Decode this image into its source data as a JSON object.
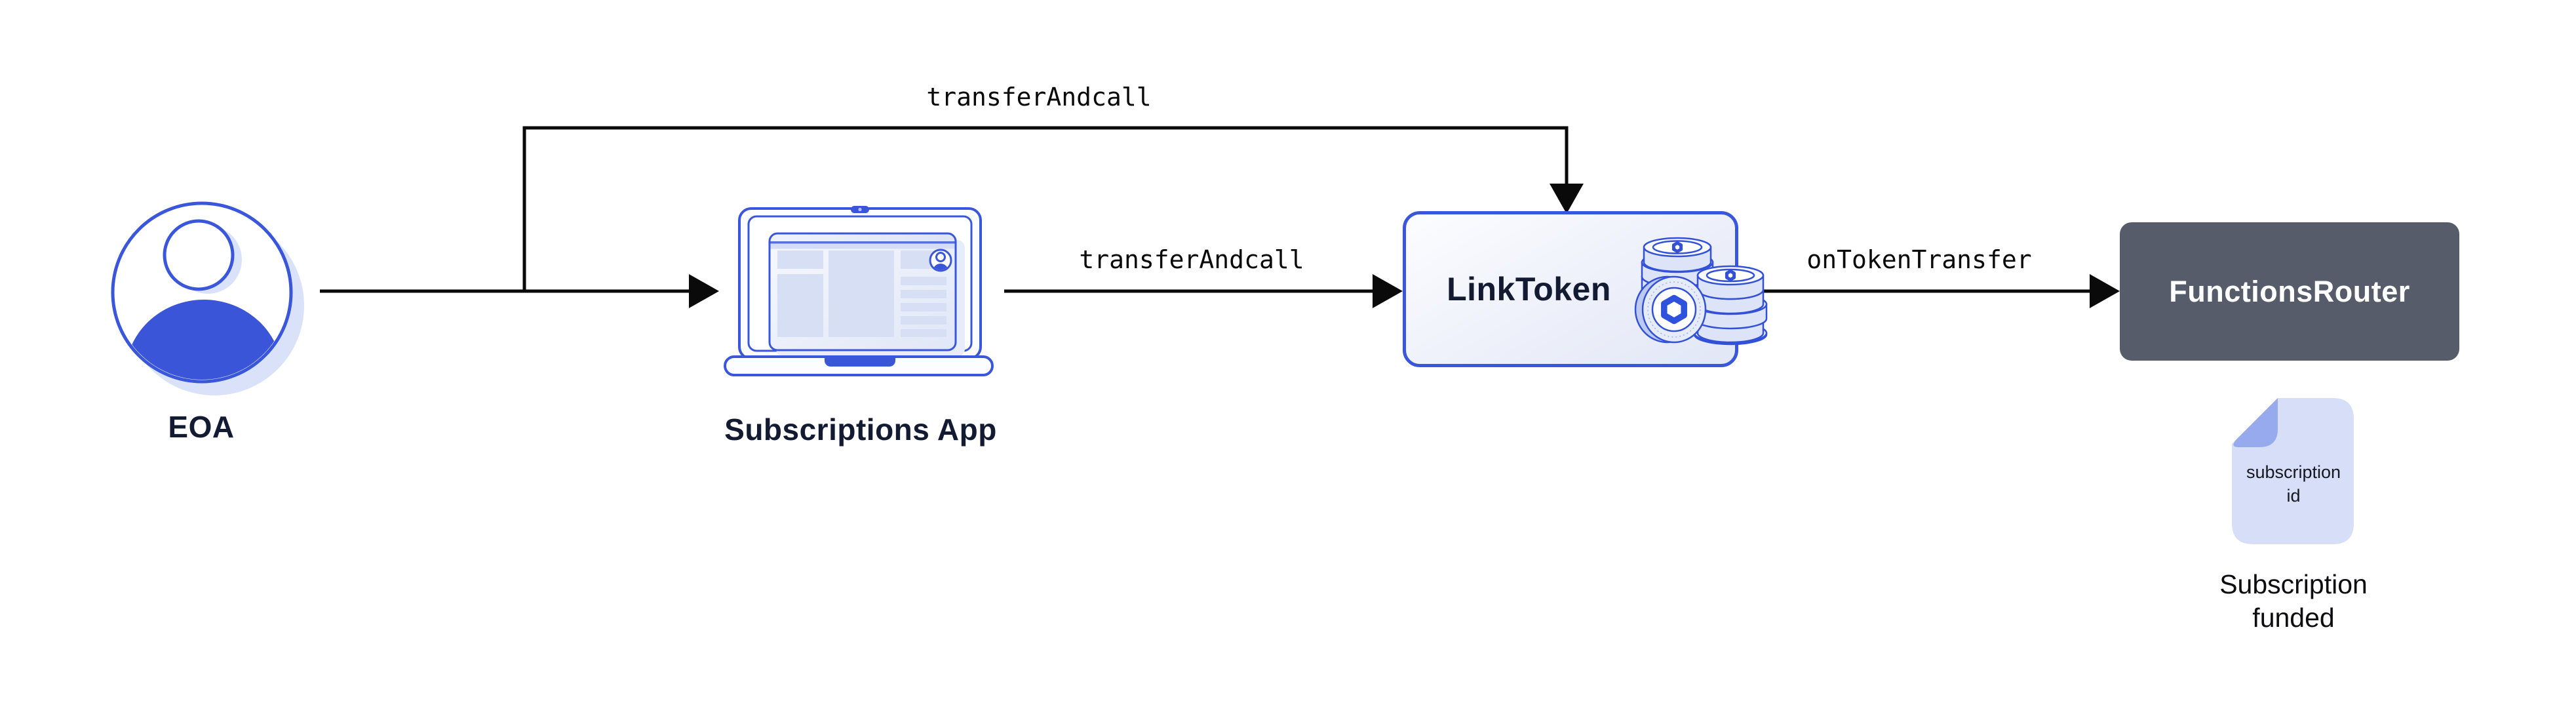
{
  "colors": {
    "accent_blue": "#3A57DC",
    "solid_blue": "#3B55D8",
    "navy_text": "#131B33",
    "router_gray": "#575C6B",
    "doc_fill": "#D6DEF8",
    "doc_fold": "#98AAEE",
    "shadow_blue": "#D9E2F8",
    "arrow_black": "#0A0A0A"
  },
  "nodes": {
    "eoa": {
      "label": "EOA",
      "icon": "user-avatar-icon"
    },
    "subscriptions_app": {
      "label": "Subscriptions App",
      "icon": "laptop-browser-icon"
    },
    "link_token": {
      "label": "LinkToken",
      "icon": "link-coin-stack-icon"
    },
    "functions_router": {
      "label": "FunctionsRouter"
    },
    "subscription_doc": {
      "icon": "document-icon",
      "doc_text": "subscription id",
      "caption": "Subscription funded"
    }
  },
  "edges": {
    "eoa_to_linktoken": {
      "label": "transferAndcall"
    },
    "app_to_linktoken": {
      "label": "transferAndcall"
    },
    "linktoken_to_router": {
      "label": "onTokenTransfer"
    }
  }
}
